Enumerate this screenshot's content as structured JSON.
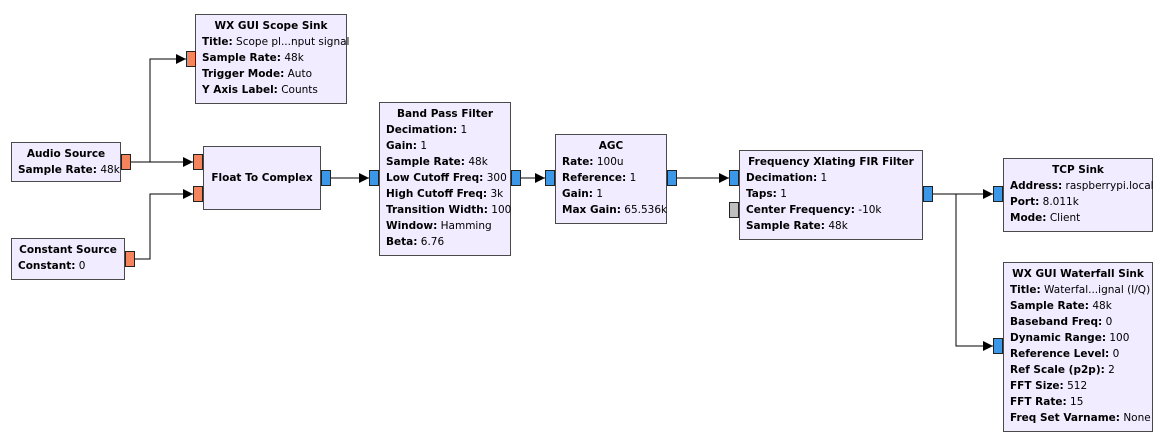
{
  "blocks": {
    "audio_source": {
      "title": "Audio Source",
      "params": [
        {
          "k": "Sample Rate:",
          "v": "48k"
        }
      ]
    },
    "constant_source": {
      "title": "Constant Source",
      "params": [
        {
          "k": "Constant:",
          "v": "0"
        }
      ]
    },
    "scope_sink": {
      "title": "WX GUI Scope Sink",
      "params": [
        {
          "k": "Title:",
          "v": "Scope pl...nput signal"
        },
        {
          "k": "Sample Rate:",
          "v": "48k"
        },
        {
          "k": "Trigger Mode:",
          "v": "Auto"
        },
        {
          "k": "Y Axis Label:",
          "v": "Counts"
        }
      ]
    },
    "float_to_complex": {
      "title": "Float To Complex",
      "params": []
    },
    "band_pass": {
      "title": "Band Pass Filter",
      "params": [
        {
          "k": "Decimation:",
          "v": "1"
        },
        {
          "k": "Gain:",
          "v": "1"
        },
        {
          "k": "Sample Rate:",
          "v": "48k"
        },
        {
          "k": "Low Cutoff Freq:",
          "v": "300"
        },
        {
          "k": "High Cutoff Freq:",
          "v": "3k"
        },
        {
          "k": "Transition Width:",
          "v": "100"
        },
        {
          "k": "Window:",
          "v": "Hamming"
        },
        {
          "k": "Beta:",
          "v": "6.76"
        }
      ]
    },
    "agc": {
      "title": "AGC",
      "params": [
        {
          "k": "Rate:",
          "v": "100u"
        },
        {
          "k": "Reference:",
          "v": "1"
        },
        {
          "k": "Gain:",
          "v": "1"
        },
        {
          "k": "Max Gain:",
          "v": "65.536k"
        }
      ]
    },
    "freq_xlating": {
      "title": "Frequency Xlating FIR Filter",
      "params": [
        {
          "k": "Decimation:",
          "v": "1"
        },
        {
          "k": "Taps:",
          "v": "1"
        },
        {
          "k": "Center Frequency:",
          "v": "-10k"
        },
        {
          "k": "Sample Rate:",
          "v": "48k"
        }
      ]
    },
    "tcp_sink": {
      "title": "TCP Sink",
      "params": [
        {
          "k": "Address:",
          "v": "raspberrypi.local"
        },
        {
          "k": "Port:",
          "v": "8.011k"
        },
        {
          "k": "Mode:",
          "v": "Client"
        }
      ]
    },
    "waterfall_sink": {
      "title": "WX GUI Waterfall Sink",
      "params": [
        {
          "k": "Title:",
          "v": "Waterfal...ignal (I/Q)"
        },
        {
          "k": "Sample Rate:",
          "v": "48k"
        },
        {
          "k": "Baseband Freq:",
          "v": "0"
        },
        {
          "k": "Dynamic Range:",
          "v": "100"
        },
        {
          "k": "Reference Level:",
          "v": "0"
        },
        {
          "k": "Ref Scale (p2p):",
          "v": "2"
        },
        {
          "k": "FFT Size:",
          "v": "512"
        },
        {
          "k": "FFT Rate:",
          "v": "15"
        },
        {
          "k": "Freq Set Varname:",
          "v": "None"
        }
      ]
    }
  },
  "colors": {
    "block_fill": "#f1ecff",
    "float_port": "#f5835c",
    "complex_port": "#3b97e8",
    "message_port": "#bfbfbf",
    "wire": "#000000"
  }
}
